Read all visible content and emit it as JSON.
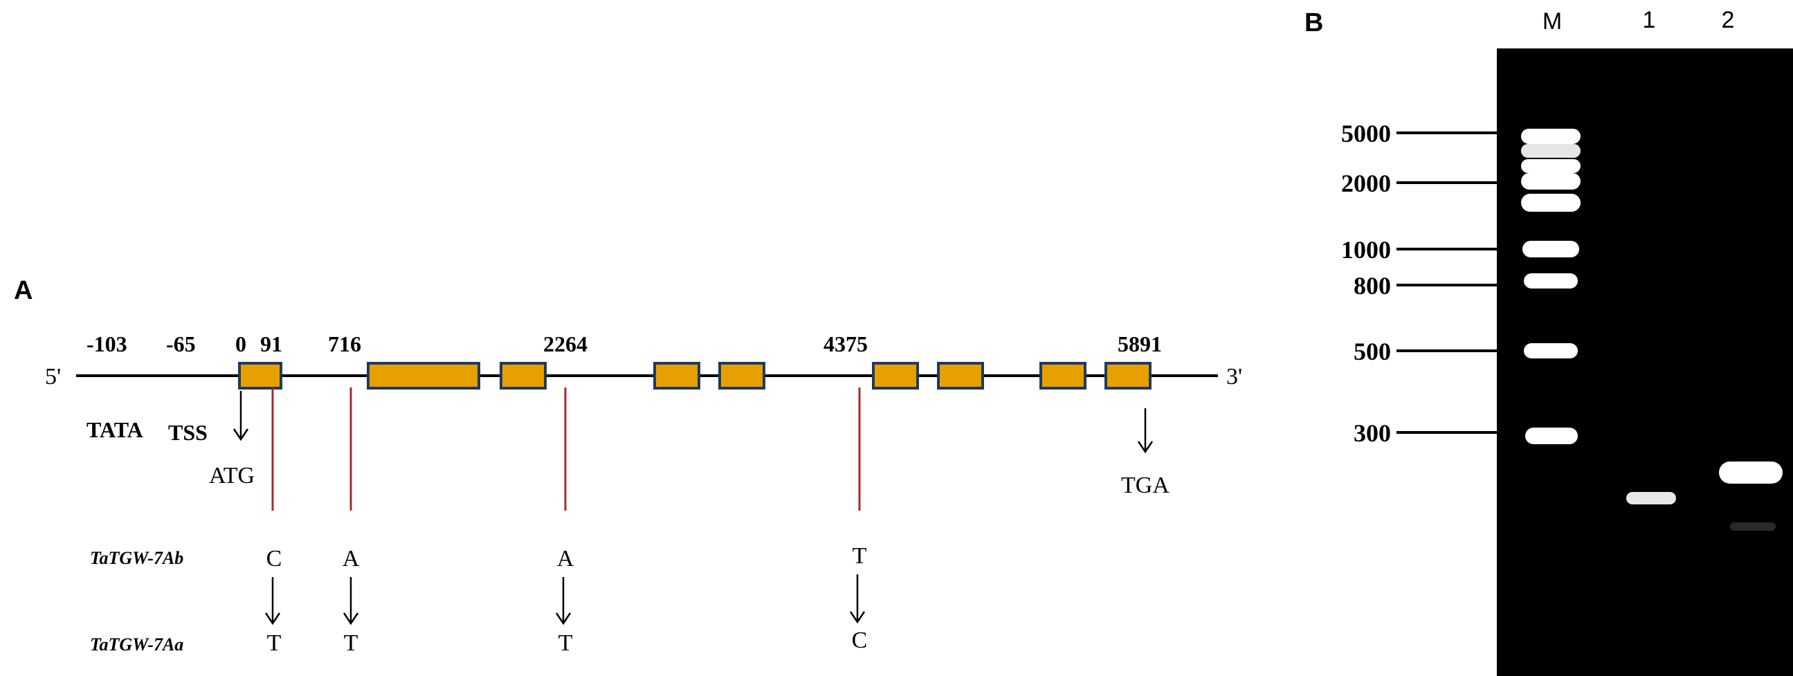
{
  "panel_a": {
    "label": "A",
    "end_5": "5'",
    "end_3": "3'",
    "positions": [
      "-103",
      "-65",
      "0",
      "91",
      "716",
      "2264",
      "4375",
      "5891"
    ],
    "features": {
      "tata": "TATA",
      "tss": "TSS",
      "atg": "ATG",
      "tga": "TGA"
    },
    "allele_b": {
      "name": "TaTGW-7Ab",
      "bases": [
        "C",
        "A",
        "A",
        "T"
      ]
    },
    "allele_a": {
      "name": "TaTGW-7Aa",
      "bases": [
        "T",
        "T",
        "T",
        "C"
      ]
    },
    "colors": {
      "exon_fill": "#E8A000",
      "exon_stroke": "#1F3A5F",
      "snp_line": "#A52A2A"
    }
  },
  "panel_b": {
    "label": "B",
    "lanes": [
      "M",
      "1",
      "2"
    ],
    "ladder": [
      "5000",
      "2000",
      "1000",
      "800",
      "500",
      "300"
    ],
    "colors": {
      "gel_background": "#000000",
      "band": "#ffffff"
    }
  }
}
